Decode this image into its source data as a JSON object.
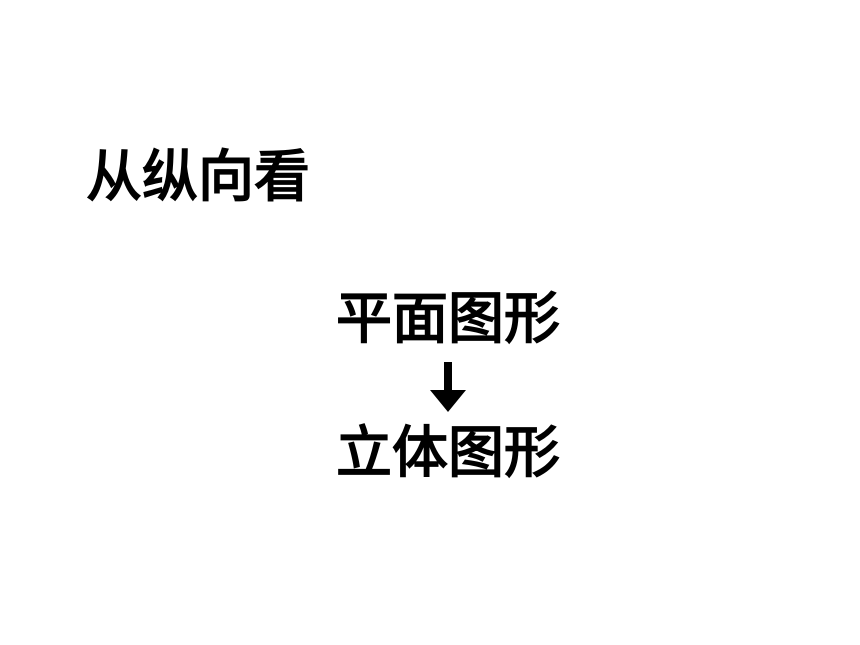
{
  "slide": {
    "heading": "从纵向看",
    "flow": {
      "from": "平面图形",
      "to": "立体图形",
      "arrow_icon": "down-arrow-icon"
    }
  },
  "colors": {
    "background": "#ffffff",
    "text": "#000000"
  }
}
